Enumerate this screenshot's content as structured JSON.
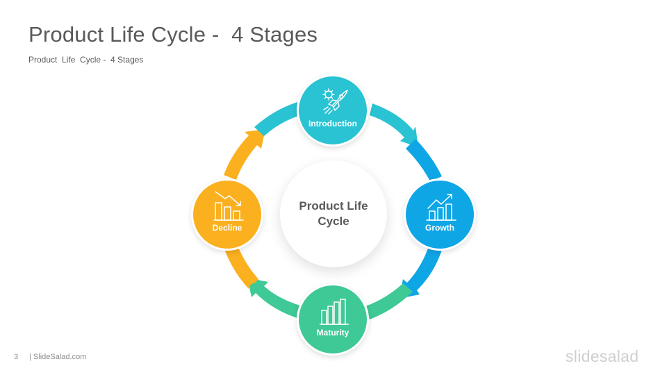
{
  "slide": {
    "title": "Product Life Cycle -  4 Stages",
    "subtitle": "Product  Life  Cycle -  4 Stages",
    "center_label": "Product Life Cycle",
    "page_number": "3",
    "footer_source": "| SlideSalad.com",
    "logo_text": "slidesalad"
  },
  "stages": [
    {
      "label": "Introduction",
      "icon": "rocket-icon",
      "color": "#29c3d3"
    },
    {
      "label": "Growth",
      "icon": "growth-chart-icon",
      "color": "#0fa6e6"
    },
    {
      "label": "Maturity",
      "icon": "bar-chart-icon",
      "color": "#3ec996"
    },
    {
      "label": "Decline",
      "icon": "decline-chart-icon",
      "color": "#fbb01f"
    }
  ]
}
